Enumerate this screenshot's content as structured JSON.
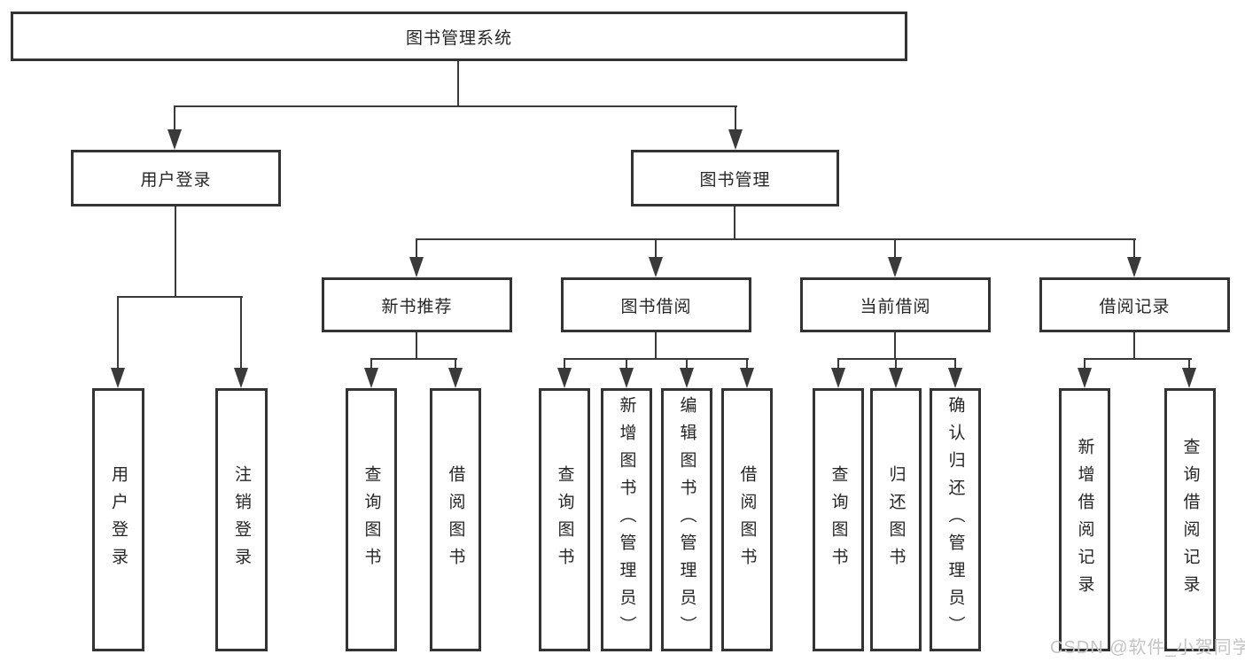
{
  "tree": {
    "root": "图书管理系统",
    "level2": {
      "user_login": "用户登录",
      "book_mgmt": "图书管理"
    },
    "level3": {
      "new_book": "新书推荐",
      "book_borrow": "图书借阅",
      "current_borrow": "当前借阅",
      "borrow_records": "借阅记录"
    },
    "leaves": {
      "user_login": [
        "用户登录",
        "注销登录"
      ],
      "new_book": [
        "查询图书",
        "借阅图书"
      ],
      "book_borrow": [
        "查询图书",
        "新增图书（管理员）",
        "编辑图书（管理员）",
        "借阅图书"
      ],
      "current_borrow": [
        "查询图书",
        "归还图书",
        "确认归还（管理员）"
      ],
      "borrow_records": [
        "新增借阅记录",
        "查询借阅记录"
      ]
    }
  },
  "watermark": {
    "text": "CSDN @软件_小贺同学"
  },
  "colors": {
    "line": "#3a3a3a",
    "border": "#333333",
    "text": "#262626",
    "background": "#ffffff",
    "watermark": "#c4c4c4"
  }
}
